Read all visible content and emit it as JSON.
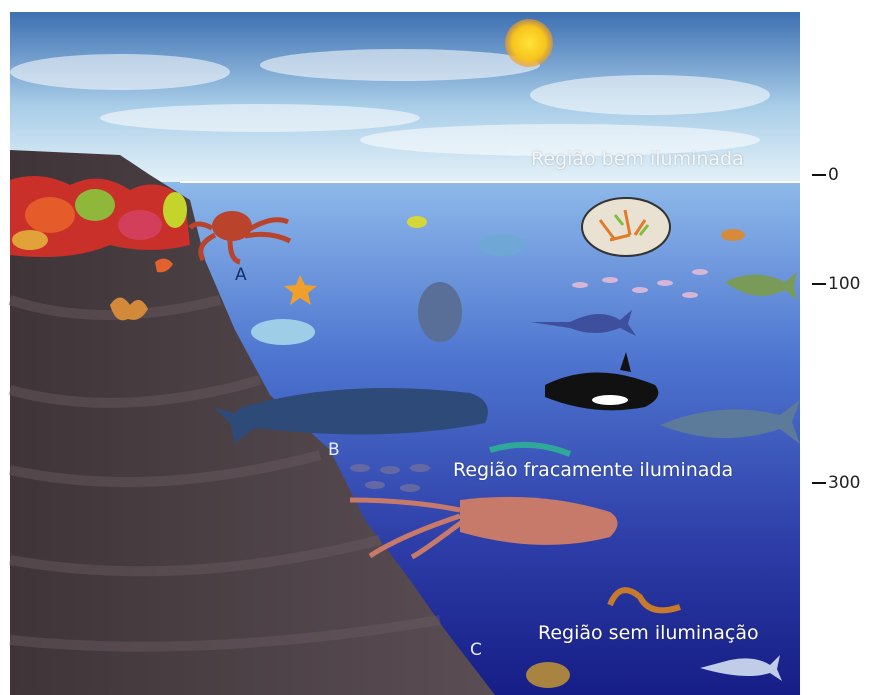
{
  "zones": {
    "well_lit": "Região bem iluminada",
    "dim": "Região fracamente iluminada",
    "dark": "Região sem iluminação"
  },
  "points": {
    "a": "A",
    "b": "B",
    "c": "C"
  },
  "depth_scale": {
    "d0": "0",
    "d100": "100",
    "d300": "300"
  },
  "colors": {
    "sky_top": "#3d6fb2",
    "sky_bottom": "#d8e9f5",
    "sea_top": "#8ab6e8",
    "sea_bottom": "#1a2390",
    "cliff": "#4a3f44",
    "sun": "#f7c51c"
  }
}
